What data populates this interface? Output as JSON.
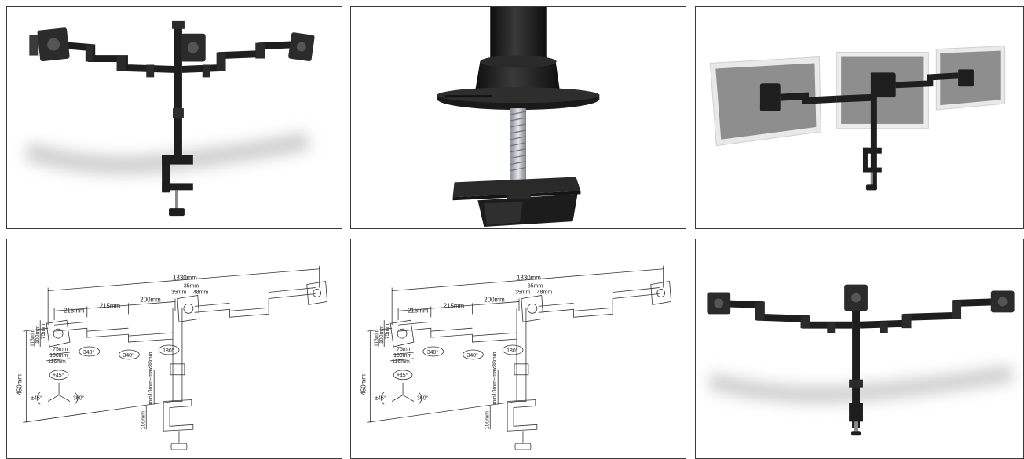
{
  "gallery": {
    "tiles": [
      {
        "id": "clamp-mount-photo"
      },
      {
        "id": "clamp-closeup-photo"
      },
      {
        "id": "mounted-monitors-photo"
      },
      {
        "id": "dimension-drawing-a"
      },
      {
        "id": "dimension-drawing-b"
      },
      {
        "id": "front-view-photo"
      }
    ]
  },
  "dimensions": {
    "total_width": "1330mm",
    "arm_1": "215mm",
    "arm_2": "215mm",
    "arm_3": "200mm",
    "offset_a": "35mm",
    "offset_b": "35mm",
    "offset_c": "48mm",
    "height": "450mm",
    "vesa_113": "113mm",
    "vesa_100v": "100mm",
    "vesa_75v": "75mm",
    "vesa_75h": "75mm",
    "vesa_100h": "100mm",
    "vesa_116": "116mm",
    "rot_340_a": "340°",
    "rot_340_b": "340°",
    "rot_180": "180°",
    "tilt_top": "±45°",
    "tilt_left": "±45°",
    "swivel": "360°",
    "desk_range": "min10mm~max88mm",
    "clamp_depth": "100mm"
  },
  "colors": {
    "border": "#3a3a3a",
    "metal_dark": "#1e1e1e",
    "screen_gray": "#8e8e8e",
    "screen_frame": "#e8e8e8",
    "line_art": "#333333"
  }
}
